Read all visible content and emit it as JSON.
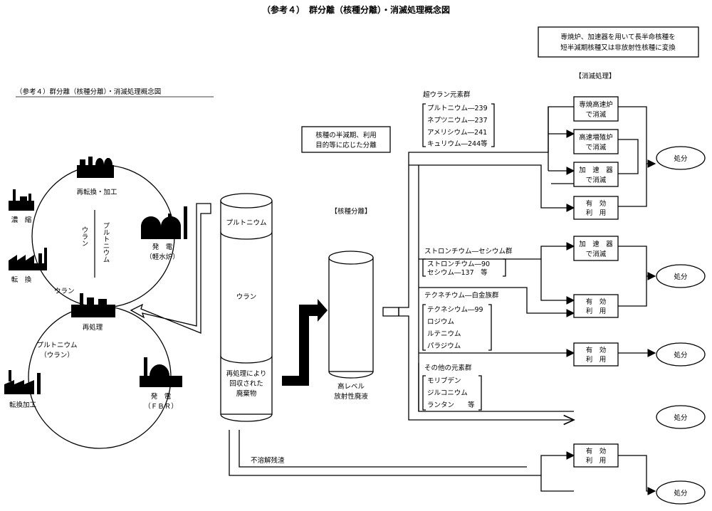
{
  "title": "（参考４）　群分離（核種分離）・消滅処理概念図",
  "subtitle_inner": "（参考４）群分離（核種分離）・消滅処理概念図",
  "top_note": [
    "専焼炉、加速器を用いて長半命核種を",
    "短半減期核種又は非放射性核種に変換"
  ],
  "cycle": {
    "reprocess_fab": "再転換・加工",
    "enrichment": "濃　縮",
    "conversion": "転　換",
    "power_lwr": "発　電",
    "power_lwr_sub": "（軽水炉）",
    "reprocessing": "再処理",
    "conversion_fab": "転換加工",
    "power_fbr": "発　電",
    "power_fbr_sub": "（ＦＢＲ）",
    "uranium_label": "ウラン",
    "uranium_vertical": "ウラン",
    "plutonium_vertical": "プルトニウム",
    "plutonium_uranium": "プルトニウム",
    "plutonium_uranium_sub": "（ウラン）"
  },
  "cylinder1": {
    "plutonium": "プルトニウム",
    "uranium": "ウラン",
    "waste": [
      "再処理により",
      "回収された",
      "廃棄物"
    ]
  },
  "separation_note": [
    "核種の半減期、利用",
    "目的等に応じた分離"
  ],
  "separation_header": "【核種分離】",
  "cylinder2": [
    "高レベル",
    "放射性廃液"
  ],
  "transmutation_header": "【消滅処理】",
  "groups": {
    "transuranic": {
      "name": "超ウラン元素群",
      "items": [
        "プルトニウム―239",
        "ネプツニウム―237",
        "アメリシウム―241",
        "キュリウム―244等"
      ]
    },
    "srcs": {
      "name": "ストロンチウム―セシウム群",
      "items": [
        "ストロンチウム―90",
        "セシウム―137　等"
      ]
    },
    "tcpgm": {
      "name": "テクネチウム―白金族群",
      "items": [
        "テクネシウム―99",
        "ロジウム",
        "ルテニウム",
        "パラジウム"
      ]
    },
    "others": {
      "name": "その他の元素群",
      "items": [
        "モリブデン",
        "ジルコニウム",
        "ランタン　　等"
      ]
    },
    "insoluble": "不溶解残渣"
  },
  "boxes": {
    "dedicated_fast": [
      "専焼高速炉",
      "で消滅"
    ],
    "fast_breeder": [
      "高速増殖炉",
      "で消滅"
    ],
    "accelerator": [
      "加　速　器",
      "で消滅"
    ],
    "effective_use": [
      "有　効",
      "利　用"
    ],
    "accelerator2": [
      "加　速　器",
      "で消滅"
    ],
    "effective_use2": [
      "有　効",
      "利　用"
    ],
    "effective_use3": [
      "有　効",
      "利　用"
    ],
    "effective_use4": [
      "有　効",
      "利　用"
    ]
  },
  "disposal": "処分"
}
